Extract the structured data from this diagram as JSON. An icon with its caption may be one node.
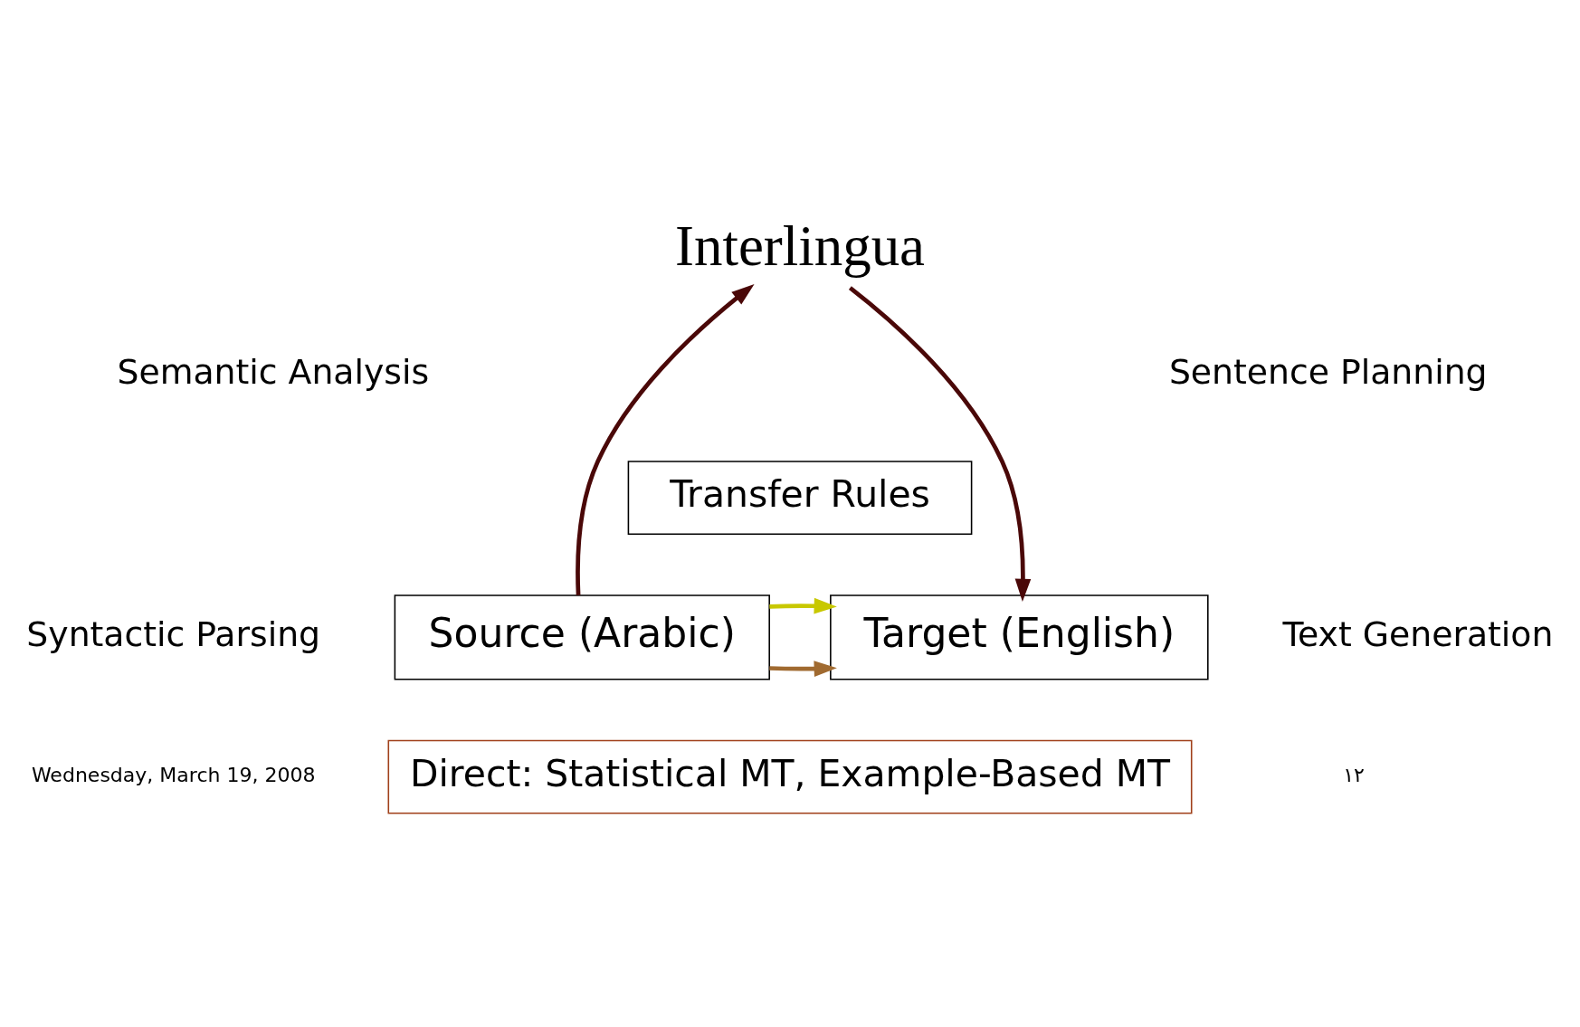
{
  "diagram": {
    "nodes": [
      {
        "text": [
          "Interlingua"
        ]
      },
      {
        "text": [
          "Source (Arabic)"
        ]
      },
      {
        "text": [
          "Target (English)"
        ]
      },
      {
        "text": [
          "Transfer Rules"
        ]
      },
      {
        "text": [
          "Direct: Statistical MT, Example-Based MT"
        ]
      }
    ],
    "edges": [
      {
        "from": 1,
        "to": 0,
        "arrow": "to",
        "color": "#4a0808"
      },
      {
        "from": 0,
        "to": 2,
        "arrow": "to",
        "color": "#4a0808"
      },
      {
        "from": 1,
        "to": 2,
        "arrow": "to",
        "color": "#a06a30"
      },
      {
        "from": 1,
        "to": 2,
        "arrow": "to",
        "color": "#c8c800"
      }
    ],
    "labels": [
      "Semantic Analysis",
      "Sentence Planning",
      "Syntactic Parsing",
      "Text Generation",
      "Wednesday, March 19, 2008",
      "١٢"
    ]
  }
}
